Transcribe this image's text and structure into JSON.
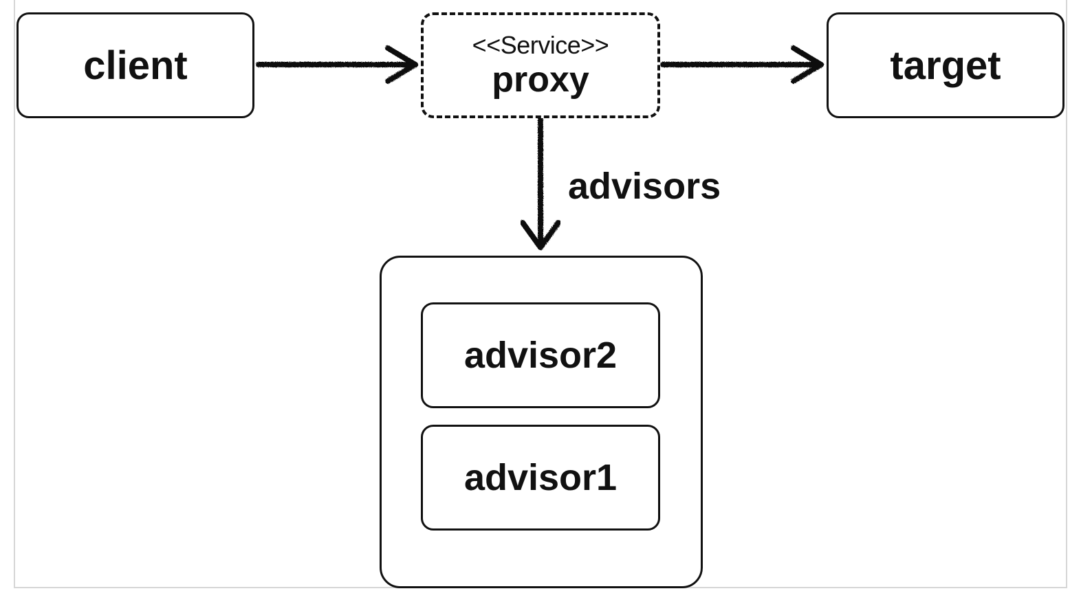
{
  "nodes": {
    "client": "client",
    "proxy_stereotype": "<<Service>>",
    "proxy": "proxy",
    "target": "target",
    "advisor2": "advisor2",
    "advisor1": "advisor1"
  },
  "edges": {
    "advisors_label": "advisors"
  },
  "colors": {
    "stroke": "#111111",
    "frame": "#d6d6d6"
  }
}
